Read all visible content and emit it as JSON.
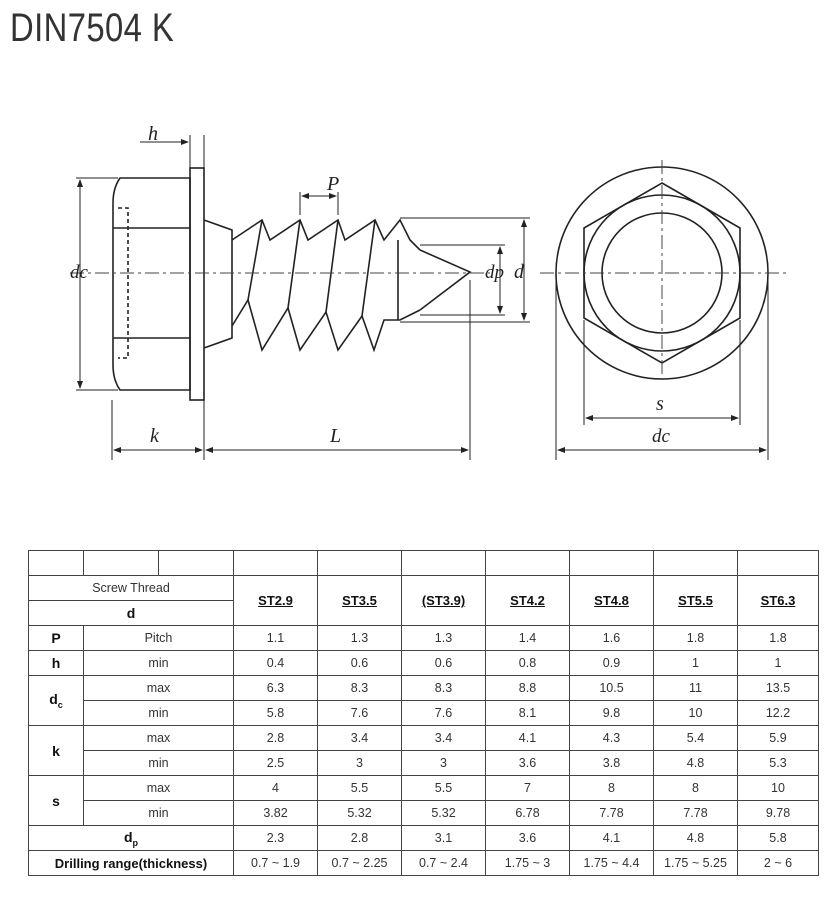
{
  "title": "DIN7504 K",
  "drawing": {
    "h": "h",
    "P": "P",
    "dc": "dc",
    "dp": "dp",
    "d": "d",
    "k": "k",
    "L": "L",
    "s": "s",
    "dc2": "dc"
  },
  "table": {
    "screw_thread_label": "Screw Thread",
    "d_label": "d",
    "sizes": [
      "ST2.9",
      "ST3.5",
      "(ST3.9)",
      "ST4.2",
      "ST4.8",
      "ST5.5",
      "ST6.3"
    ],
    "rows": {
      "P": {
        "symbol": "P",
        "label": "Pitch",
        "values": [
          "1.1",
          "1.3",
          "1.3",
          "1.4",
          "1.6",
          "1.8",
          "1.8"
        ]
      },
      "h": {
        "symbol": "h",
        "label": "min",
        "values": [
          "0.4",
          "0.6",
          "0.6",
          "0.8",
          "0.9",
          "1",
          "1"
        ]
      },
      "dc_max": {
        "symbol": "d",
        "sub": "c",
        "label": "max",
        "values": [
          "6.3",
          "8.3",
          "8.3",
          "8.8",
          "10.5",
          "11",
          "13.5"
        ]
      },
      "dc_min": {
        "label": "min",
        "values": [
          "5.8",
          "7.6",
          "7.6",
          "8.1",
          "9.8",
          "10",
          "12.2"
        ]
      },
      "k_max": {
        "symbol": "k",
        "label": "max",
        "values": [
          "2.8",
          "3.4",
          "3.4",
          "4.1",
          "4.3",
          "5.4",
          "5.9"
        ]
      },
      "k_min": {
        "label": "min",
        "values": [
          "2.5",
          "3",
          "3",
          "3.6",
          "3.8",
          "4.8",
          "5.3"
        ]
      },
      "s_max": {
        "symbol": "s",
        "label": "max",
        "values": [
          "4",
          "5.5",
          "5.5",
          "7",
          "8",
          "8",
          "10"
        ]
      },
      "s_min": {
        "label": "min",
        "values": [
          "3.82",
          "5.32",
          "5.32",
          "6.78",
          "7.78",
          "7.78",
          "9.78"
        ]
      },
      "dp": {
        "symbol": "d",
        "sub": "p",
        "values": [
          "2.3",
          "2.8",
          "3.1",
          "3.6",
          "4.1",
          "4.8",
          "5.8"
        ]
      },
      "drill": {
        "label": "Drilling range(thickness)",
        "values": [
          "0.7 ~ 1.9",
          "0.7 ~ 2.25",
          "0.7 ~ 2.4",
          "1.75 ~ 3",
          "1.75 ~ 4.4",
          "1.75 ~ 5.25",
          "2 ~ 6"
        ]
      }
    }
  }
}
